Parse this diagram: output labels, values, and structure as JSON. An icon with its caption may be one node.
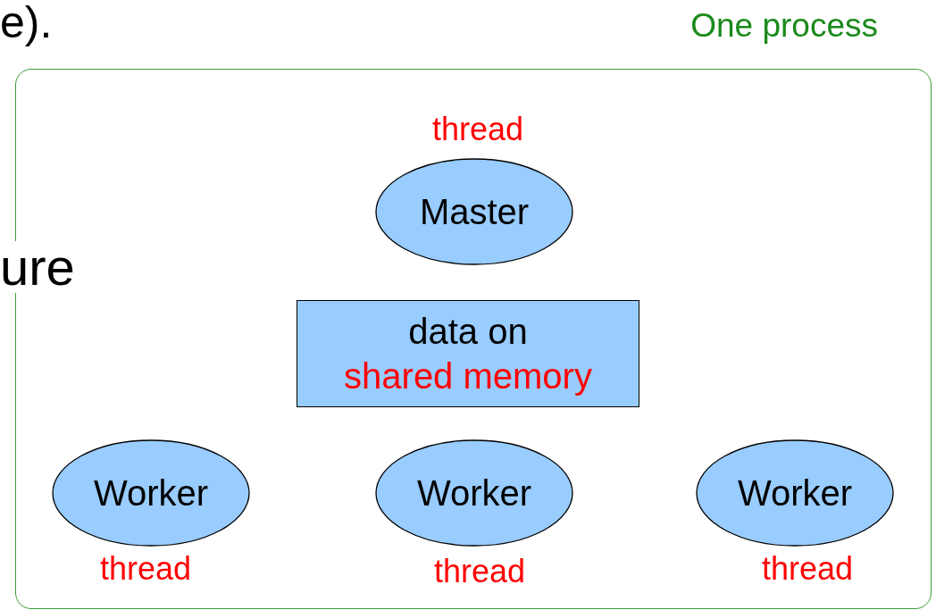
{
  "diagram": {
    "nodes": [
      {
        "text": [
          "One process"
        ]
      },
      {
        "text": [
          "Master"
        ],
        "in": 0,
        "beside": [
          "thread"
        ]
      },
      {
        "text": [
          "data on",
          "shared memory"
        ],
        "in": 0
      },
      {
        "text": [
          "Worker"
        ],
        "in": 0,
        "beside": [
          "thread"
        ]
      },
      {
        "text": [
          "Worker"
        ],
        "in": 0,
        "beside": [
          "thread"
        ]
      },
      {
        "text": [
          "Worker"
        ],
        "in": 0,
        "beside": [
          "thread"
        ]
      }
    ],
    "labels": [
      "e).",
      "ure"
    ]
  }
}
